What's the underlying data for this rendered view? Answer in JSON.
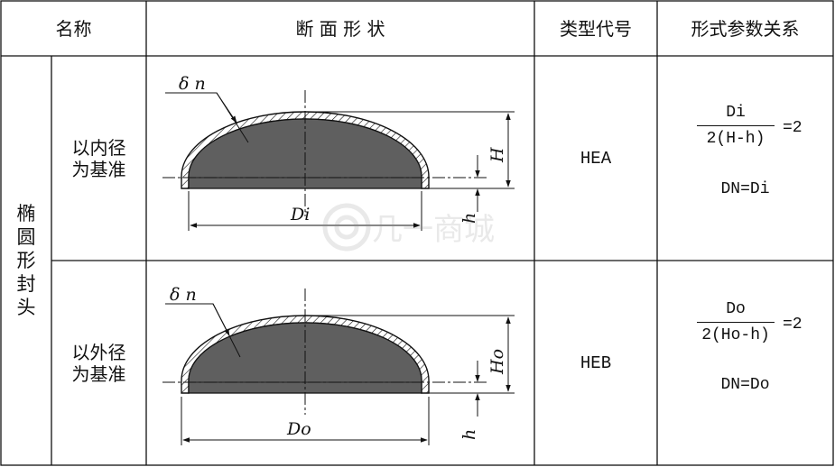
{
  "header": {
    "name": "名称",
    "section_shape": "断 面 形 状",
    "type_code": "类型代号",
    "param_relation": "形式参数关系"
  },
  "category": [
    "椭",
    "圆",
    "形",
    "封",
    "头"
  ],
  "rows": [
    {
      "basis_line1": "以内径",
      "basis_line2": "为基准",
      "code": "HEA",
      "fraction_num": "Di",
      "fraction_den": "2(H-h)",
      "fraction_eq": "=2",
      "dn": "DN=Di",
      "dims": {
        "thickness": "δ n",
        "height": "H",
        "straight": "h",
        "diameter": "Di"
      }
    },
    {
      "basis_line1": "以外径",
      "basis_line2": "为基准",
      "code": "HEB",
      "fraction_num": "Do",
      "fraction_den": "2(Ho-h)",
      "fraction_eq": "=2",
      "dn": "DN=Do",
      "dims": {
        "thickness": "δ n",
        "height": "Ho",
        "straight": "h",
        "diameter": "Do"
      }
    }
  ],
  "watermark": "几一商城",
  "colors": {
    "head_fill": "#5f5f5f",
    "line": "#111111"
  }
}
